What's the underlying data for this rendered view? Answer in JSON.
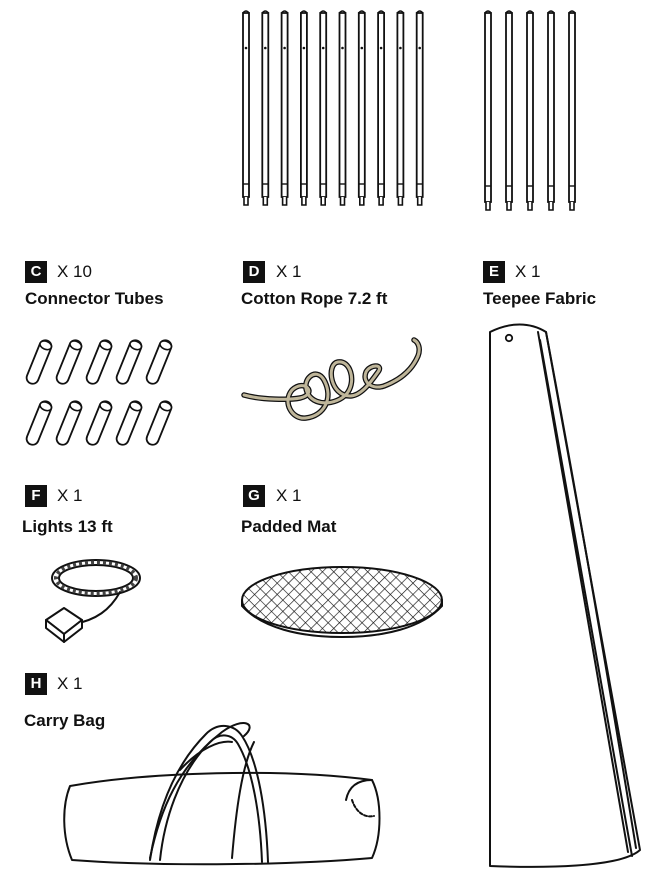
{
  "parts": [
    {
      "letter": "C",
      "qty": "X 10",
      "name": "Connector Tubes"
    },
    {
      "letter": "D",
      "qty": "X 1",
      "name": "Cotton Rope 7.2 ft"
    },
    {
      "letter": "E",
      "qty": "X 1",
      "name": "Teepee Fabric"
    },
    {
      "letter": "F",
      "qty": "X 1",
      "name": "Lights 13 ft"
    },
    {
      "letter": "G",
      "qty": "X 1",
      "name": "Padded Mat"
    },
    {
      "letter": "H",
      "qty": "X 1",
      "name": "Carry Bag"
    }
  ],
  "counts": {
    "long_poles": 10,
    "short_poles": 5,
    "connector_tubes": 10
  },
  "colors": {
    "ink": "#111111",
    "paper": "#ffffff",
    "rope": "#bfb69a"
  }
}
